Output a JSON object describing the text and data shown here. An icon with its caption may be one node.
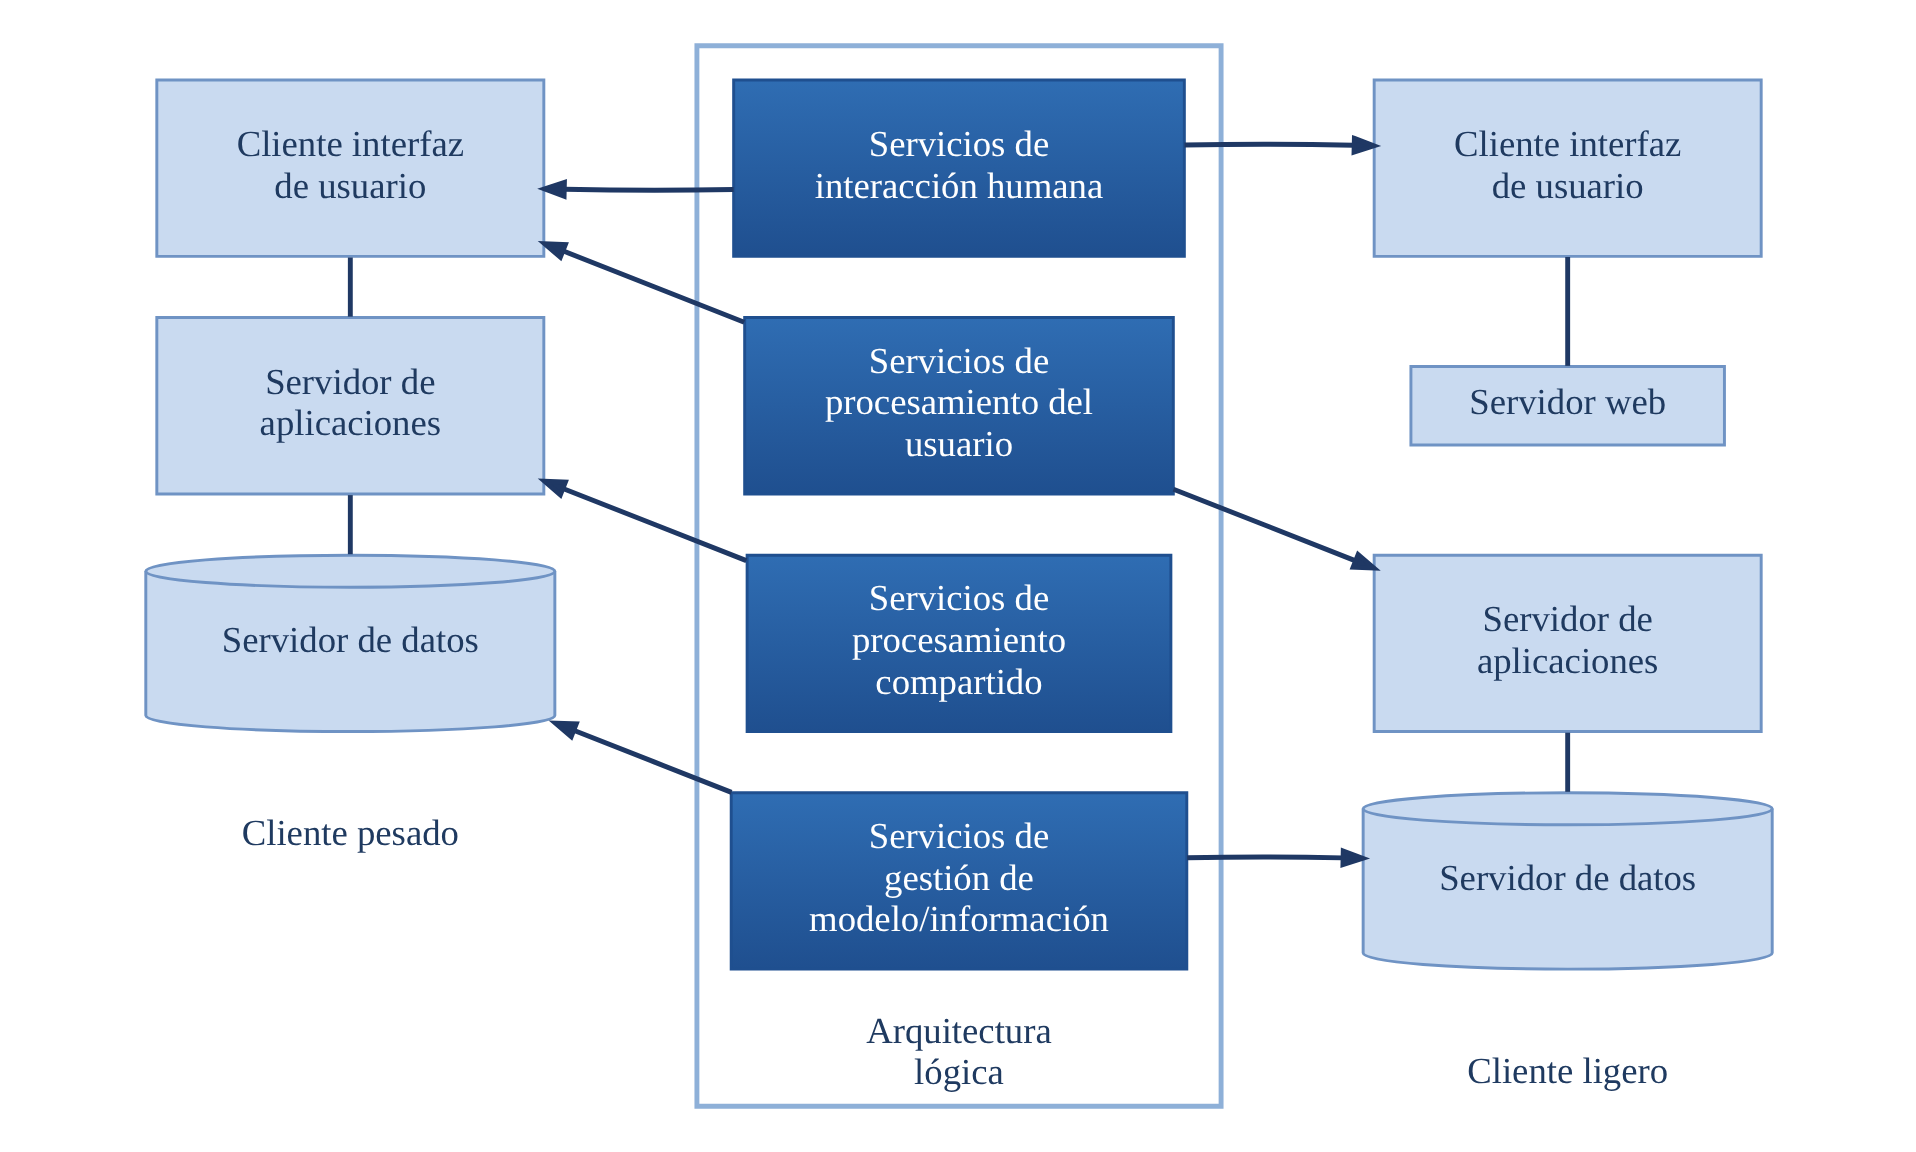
{
  "diagram": {
    "nodes": [
      {
        "text": [
          "Arquitectura lógica"
        ]
      },
      {
        "text": [
          "Servicios de interacción humana"
        ],
        "in": 0
      },
      {
        "text": [
          "Servicios de procesamiento del usuario"
        ],
        "in": 0
      },
      {
        "text": [
          "Servicios de procesamiento compartido"
        ],
        "in": 0
      },
      {
        "text": [
          "Servicios de gestión de modelo/información"
        ],
        "in": 0
      },
      {
        "text": [
          "Cliente interfaz de usuario"
        ]
      },
      {
        "text": [
          "Servidor de aplicaciones"
        ]
      },
      {
        "text": [
          "Servidor de datos"
        ]
      },
      {
        "text": [
          "Cliente interfaz de usuario"
        ]
      },
      {
        "text": [
          "Servidor web"
        ]
      },
      {
        "text": [
          "Servidor de aplicaciones"
        ]
      },
      {
        "text": [
          "Servidor de datos"
        ]
      }
    ],
    "edges": [
      {
        "from": 1,
        "to": 5,
        "arrow": "to"
      },
      {
        "from": 2,
        "to": 5,
        "arrow": "to"
      },
      {
        "from": 3,
        "to": 6,
        "arrow": "to"
      },
      {
        "from": 4,
        "to": 7,
        "arrow": "to"
      },
      {
        "from": 1,
        "to": 8,
        "arrow": "to"
      },
      {
        "from": 2,
        "to": 10,
        "arrow": "to"
      },
      {
        "from": 4,
        "to": 11,
        "arrow": "to"
      },
      {
        "from": 5,
        "to": 6,
        "arrow": "none"
      },
      {
        "from": 6,
        "to": 7,
        "arrow": "none"
      },
      {
        "from": 8,
        "to": 9,
        "arrow": "none"
      },
      {
        "from": 10,
        "to": 11,
        "arrow": "none"
      }
    ],
    "labels": [
      "Cliente pesado",
      "Cliente ligero"
    ]
  }
}
